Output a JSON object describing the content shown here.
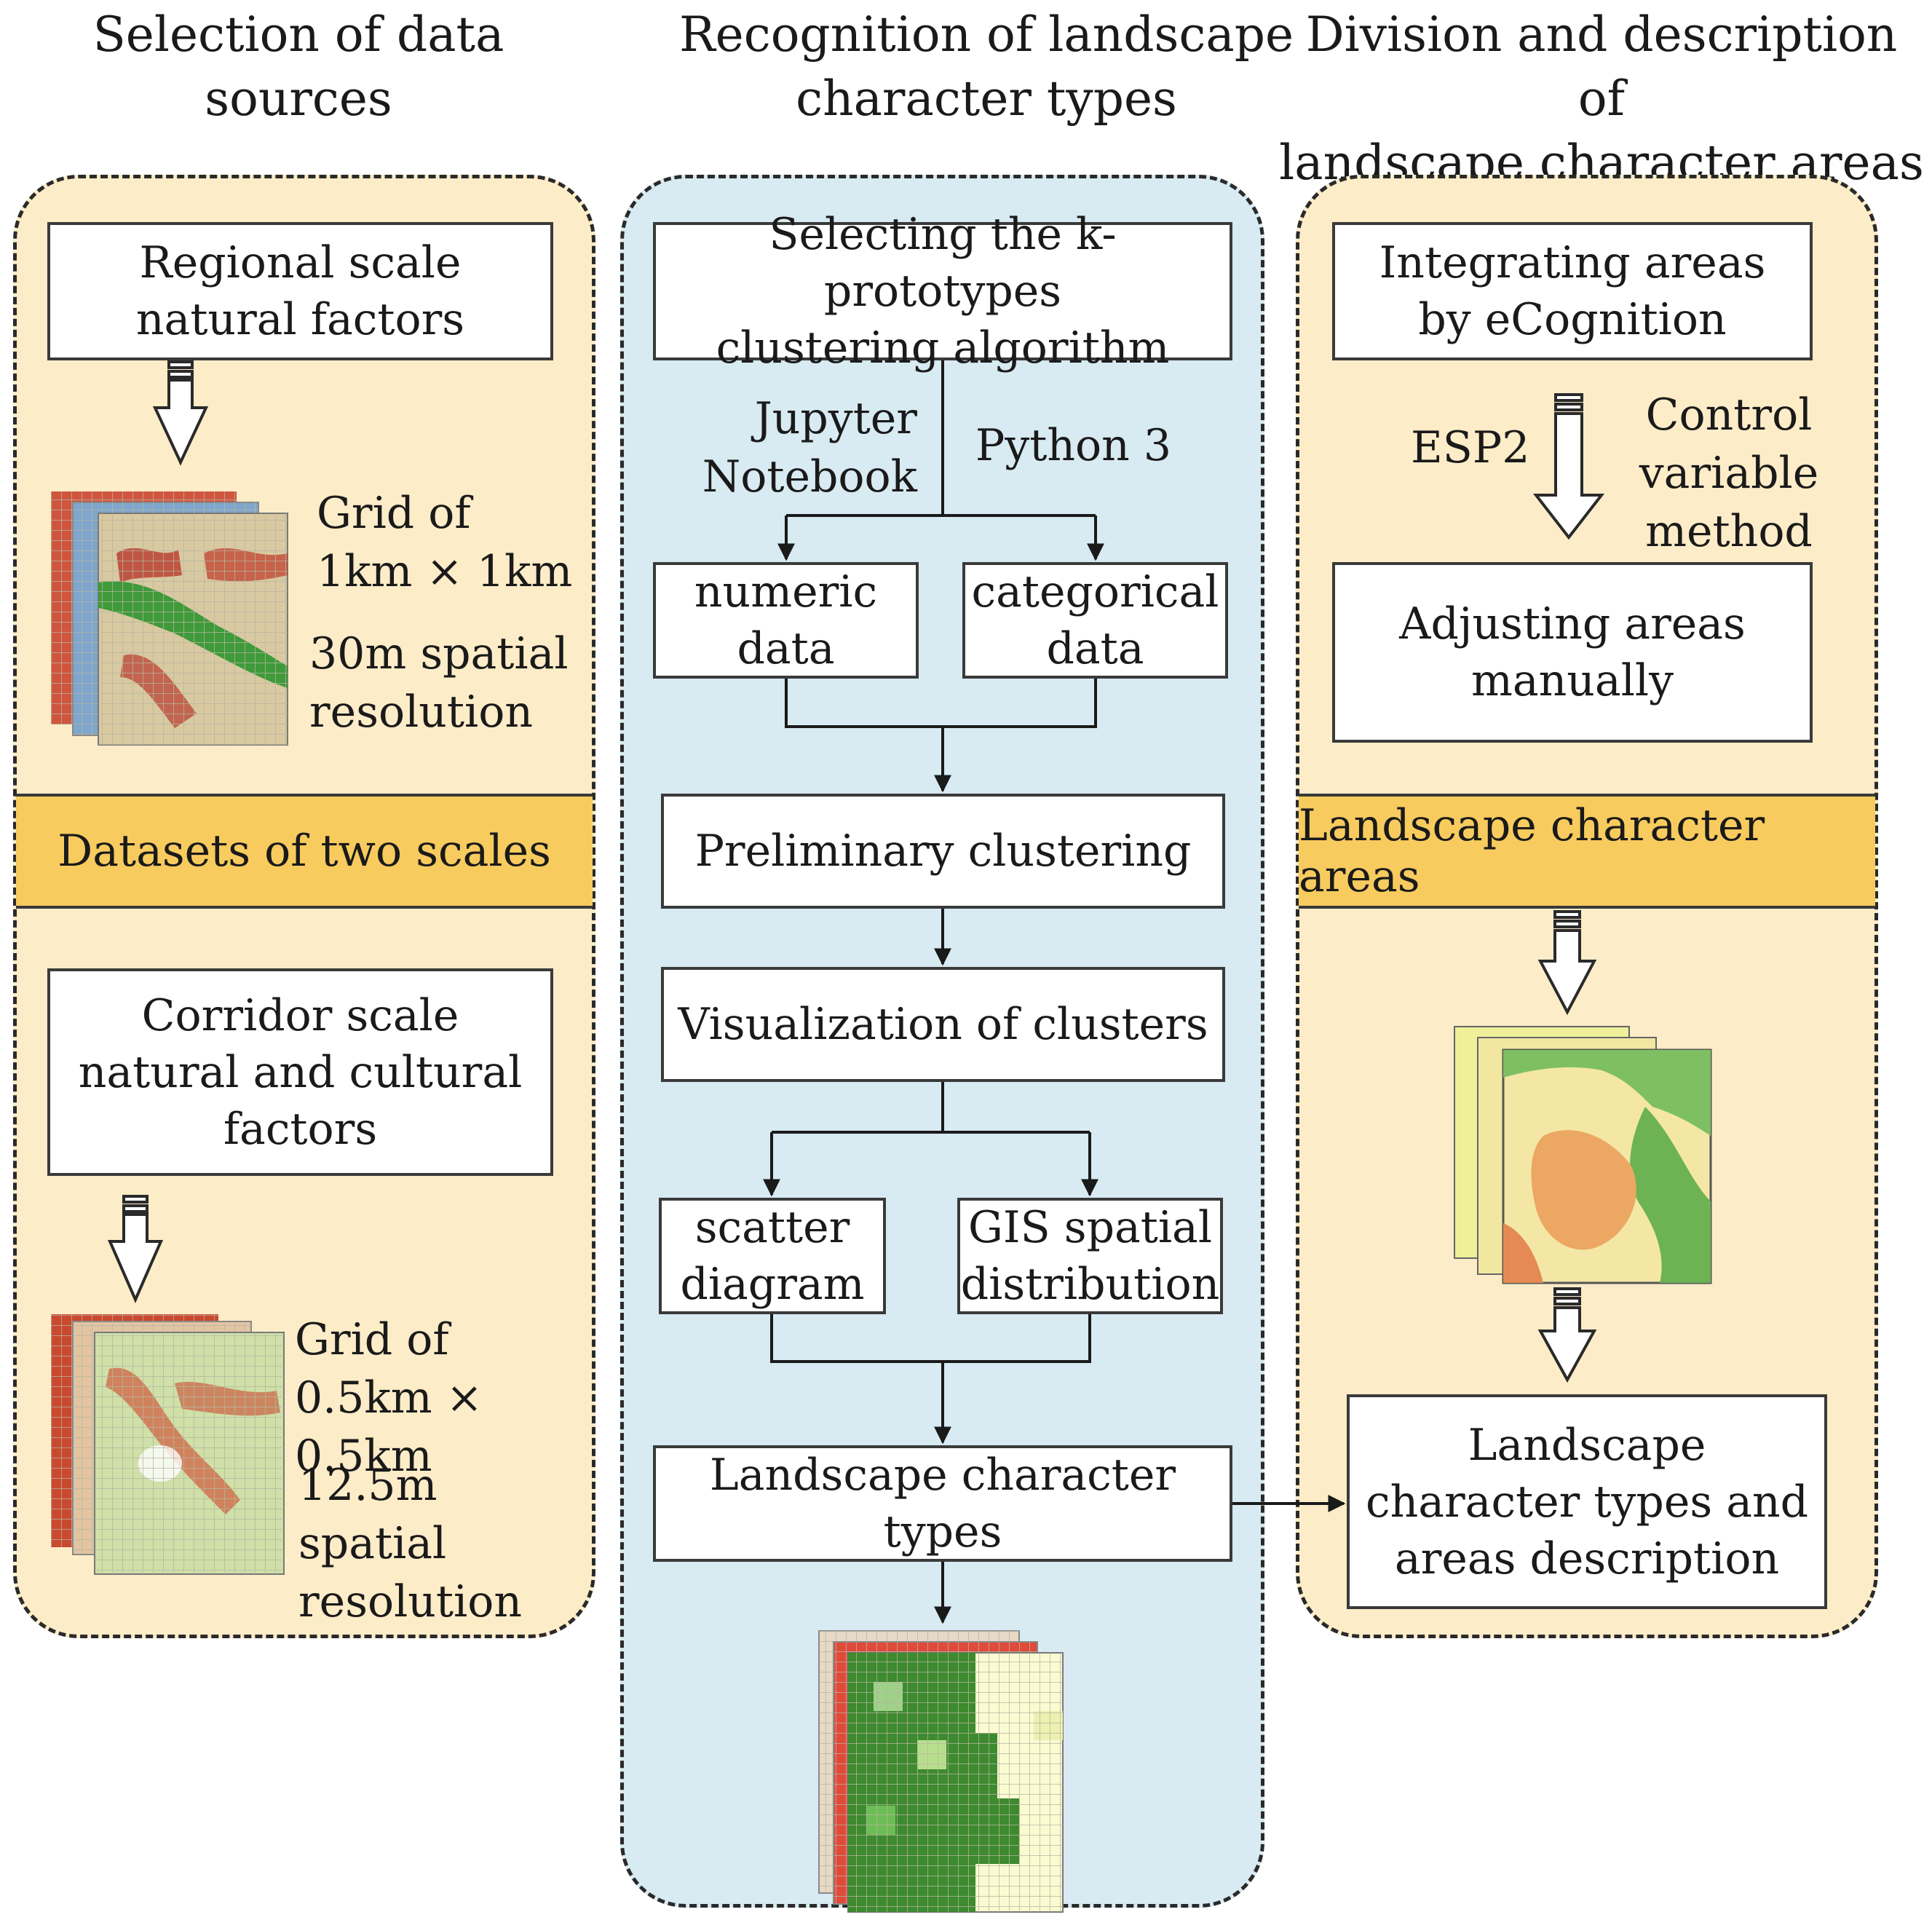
{
  "columns": {
    "left_title": "Selection of data\nsources",
    "middle_title": "Recognition of landscape\ncharacter types",
    "right_title": "Division and description of\nlandscape character areas"
  },
  "left": {
    "regional_box": "Regional scale\nnatural factors",
    "grid1_label": "Grid of\n1km × 1km",
    "res1_label": "30m spatial\nresolution",
    "band": "Datasets of two scales",
    "corridor_box": "Corridor scale\nnatural and cultural\nfactors",
    "grid2_label": "Grid of\n0.5km × 0.5km",
    "res2_label": "12.5m spatial\nresolution"
  },
  "middle": {
    "algo_box": "Selecting the k-prototypes\nclustering algorithm",
    "jupyter_label": "Jupyter\nNotebook",
    "python_label": "Python 3",
    "numeric_box": "numeric\ndata",
    "categorical_box": "categorical\ndata",
    "prelim_box": "Preliminary clustering",
    "visual_box": "Visualization of clusters",
    "scatter_box": "scatter\ndiagram",
    "gis_box": "GIS spatial\ndistribution",
    "types_box": "Landscape character types"
  },
  "right": {
    "integrating_box": "Integrating areas\nby eCognition",
    "esp2_label": "ESP2",
    "control_label": "Control\nvariable\nmethod",
    "adjusting_box": "Adjusting areas\nmanually",
    "band": "Landscape character areas",
    "description_box": "Landscape\ncharacter types and\nareas description"
  },
  "colors": {
    "panel_orange": "#fdecc8",
    "panel_blue": "#d8eaf2",
    "band": "#f8cb5e"
  }
}
